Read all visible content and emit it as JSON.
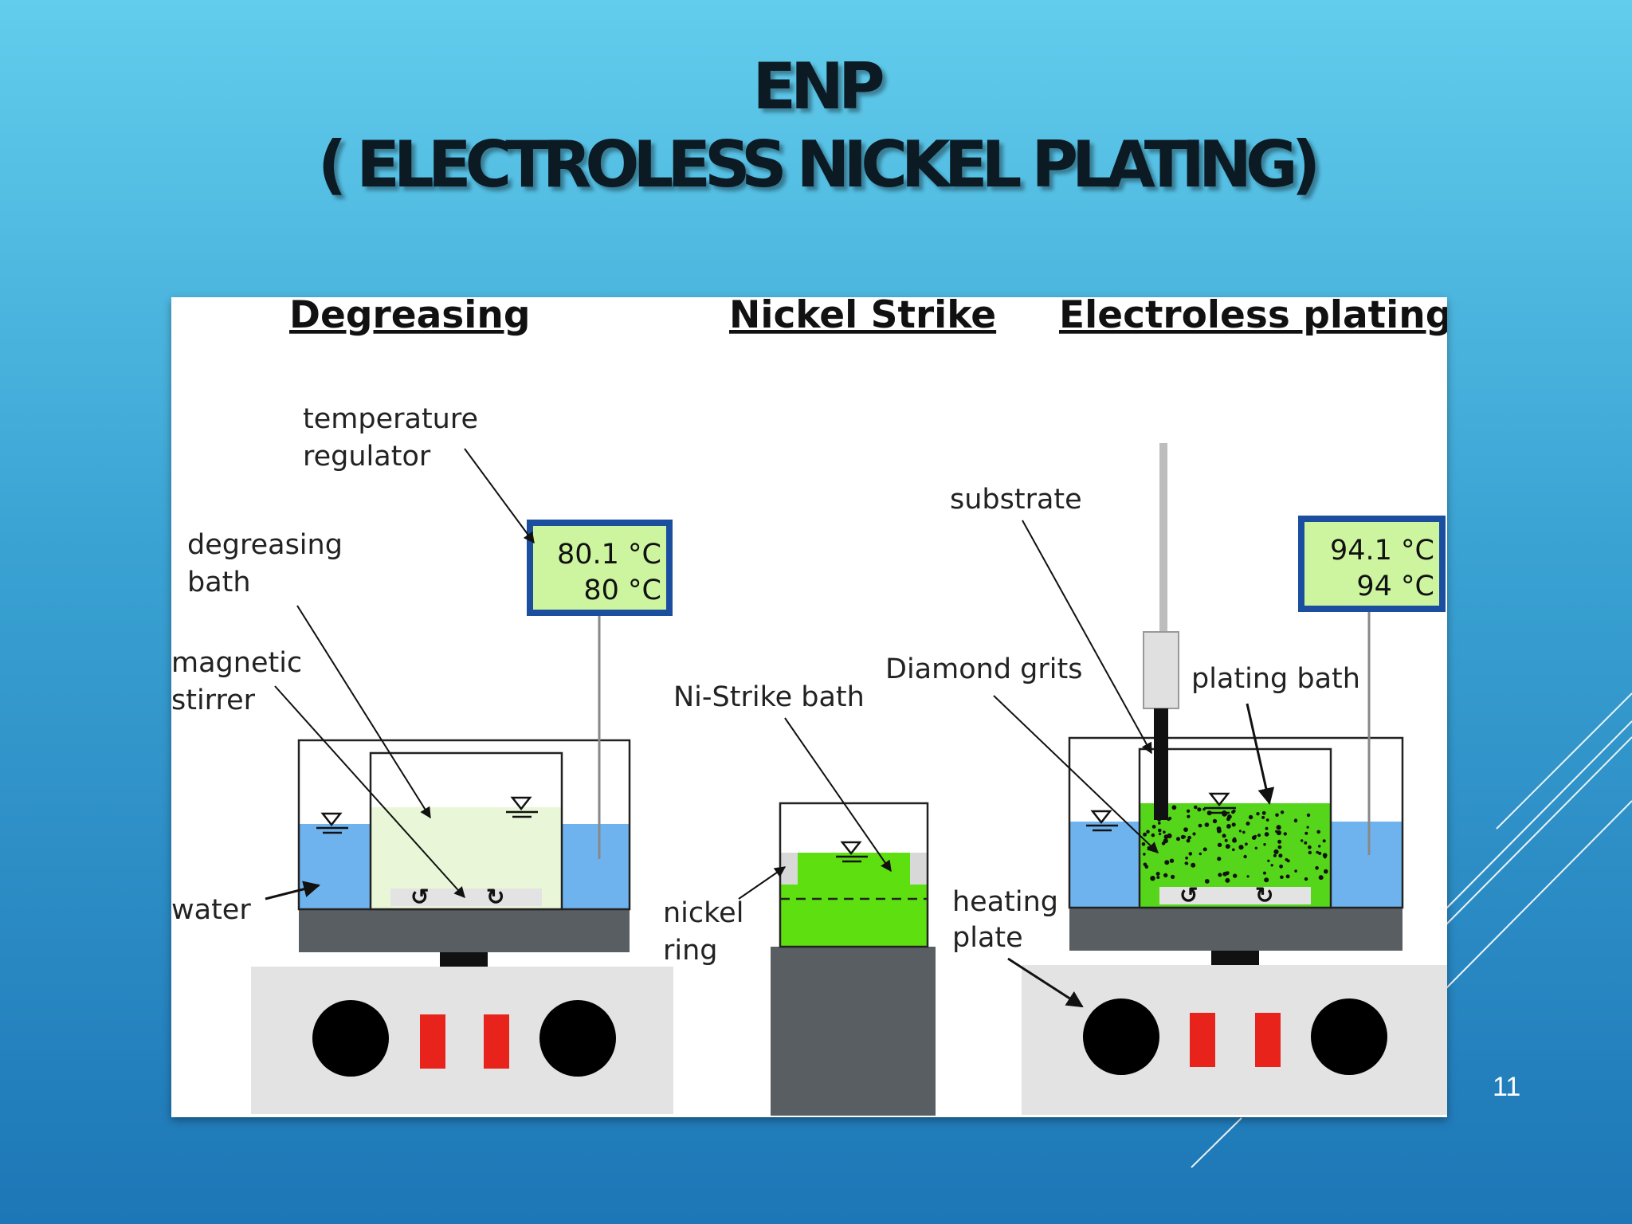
{
  "slide": {
    "title_line1": "ENP",
    "title_line2": "( ELECTROLESS NICKEL PLATING)",
    "slide_number": "11"
  },
  "diagram": {
    "headings": {
      "degreasing": "Degreasing",
      "nickel_strike": "Nickel  Strike",
      "electroless_plating": "Electroless  plating"
    },
    "labels": {
      "temperature_regulator_l1": "temperature",
      "temperature_regulator_l2": "regulator",
      "degreasing_bath_l1": "degreasing",
      "degreasing_bath_l2": "bath",
      "magnetic_stirrer_l1": "magnetic",
      "magnetic_stirrer_l2": "stirrer",
      "water": "water",
      "ni_strike_bath": "Ni-Strike bath",
      "nickel_ring_l1": "nickel",
      "nickel_ring_l2": "ring",
      "substrate": "substrate",
      "diamond_grits": "Diamond grits",
      "plating_bath": "plating bath",
      "heating_plate_l1": "heating",
      "heating_plate_l2": "plate"
    },
    "displays": {
      "degreasing_actual": "80.1 °C",
      "degreasing_set": "80 °C",
      "plating_actual": "94.1 °C",
      "plating_set": "94 °C"
    },
    "colors": {
      "water": "#6fb3ee",
      "degreasing_bath": "#e9f7d8",
      "ni_strike_bath": "#5ee010",
      "plating_bath": "#55d61a",
      "display_fill": "#cdf5a0",
      "display_border": "#1c4ea0",
      "plate_body": "#595e62",
      "base_fill": "#e3e3e3",
      "knob": "#000000",
      "indicator": "#e8231c"
    }
  }
}
